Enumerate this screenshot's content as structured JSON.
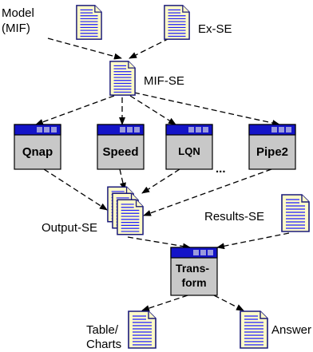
{
  "documents": {
    "model": "Model\n(MIF)",
    "ex_se": "Ex-SE",
    "mif_se": "MIF-SE",
    "output_se": "Output-SE",
    "results_se": "Results-SE",
    "table_charts": "Table/\nCharts",
    "answer": "Answer"
  },
  "tools": {
    "qnap": "Qnap",
    "speed": "Speed",
    "lqn": "LQN",
    "ellipsis": "...",
    "pipe2": "Pipe2",
    "transform": "Trans-\nform"
  },
  "colors": {
    "doc_fill": "#fffbc8",
    "doc_border": "#1a1a7a",
    "doc_lines": "#1a1aff",
    "titlebar": "#1414c8",
    "box_fill": "#c8c8c8",
    "arrow": "#000000"
  }
}
